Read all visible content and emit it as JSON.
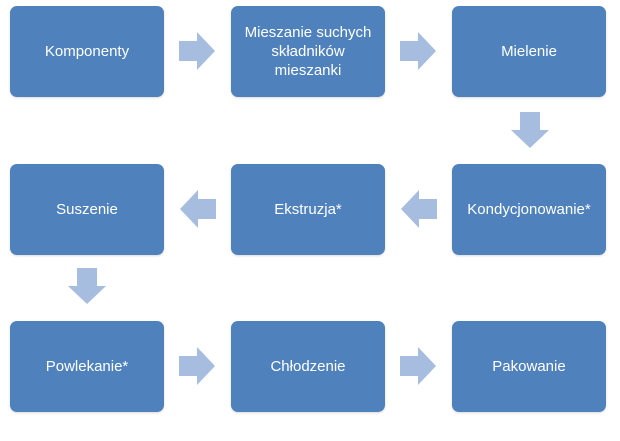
{
  "flow": {
    "steps": [
      "Komponenty",
      "Mieszanie  suchych składników mieszanki",
      "Mielenie",
      "Kondycjonowanie*",
      "Ekstruzja*",
      "Suszenie",
      "Powlekanie*",
      "Chłodzenie",
      "Pakowanie"
    ]
  },
  "colors": {
    "box_fill": "#4f81bd",
    "box_text": "#ffffff",
    "arrow_fill": "#a7bddf"
  }
}
